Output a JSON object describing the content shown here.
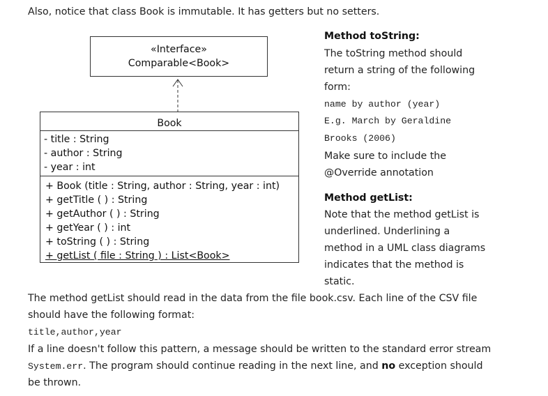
{
  "intro": "Also, notice that class Book is immutable. It has getters but no setters.",
  "diagram": {
    "interface_stereotype": "«Interface»",
    "interface_name": "Comparable<Book>",
    "class_name": "Book",
    "attributes": [
      "- title : String",
      "- author : String",
      "- year : int"
    ],
    "methods": [
      "+ Book (title : String, author : String, year : int)",
      "+ getTitle ( ) : String",
      "+ getAuthor ( ) : String",
      "+ getYear ( ) : int",
      "+ toString ( ) : String"
    ],
    "static_method": "+ getList ( file : String ) : List<Book>"
  },
  "tostring_section": {
    "heading": "Method toString:",
    "desc_lines": [
      "The toString method should",
      "return a string of the following",
      "form:"
    ],
    "format_example": "name by author (year)",
    "example_lines": [
      "E.g. March by Geraldine",
      "Brooks (2006)"
    ],
    "note_lines": [
      "Make sure to include the",
      "@Override annotation"
    ]
  },
  "getlist_section": {
    "heading": "Method getList:",
    "desc_lines": [
      "Note that the method getList is",
      "underlined. Underlining a",
      "method in a UML class diagrams",
      "indicates that the method is",
      "static."
    ]
  },
  "bottom": {
    "line1": "The method getList should read in the data from the file book.csv. Each line of the CSV file",
    "line2": "should have the following format:",
    "format": "title,author,year",
    "line4": "If a line doesn't follow this pattern, a message should be written to the standard error stream",
    "syserr": "System.err",
    "line5_after": ". The program should continue reading in the next line, and ",
    "no_word": "no",
    "line5_end": " exception should",
    "line6": "be thrown."
  }
}
